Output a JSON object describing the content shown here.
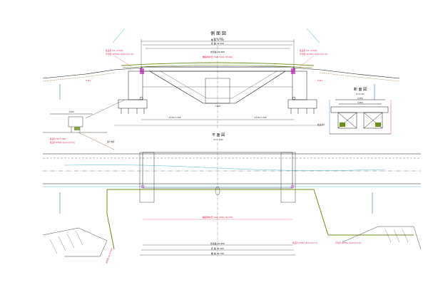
{
  "drawing": {
    "elevation": {
      "title": "側 面 図",
      "scale": "S=1:100",
      "dims": {
        "total_length": "橋 長 32.700",
        "girder_length": "桁 長 32.500",
        "span_length": "支間長 29.800",
        "drain_label": "橋梁排水管 SGP-300A 32.000",
        "span_left": "4.150×1.300",
        "span_right": "4.150×1.300",
        "center_gap": "1.500"
      },
      "notes": {
        "left_pipe": "既設管 (W＝0.300)",
        "left_pipe2": "汗水管 (ZTK50 (4.6m 6×t 6))",
        "right_pipe": "既設管 (W＝0.300)",
        "right_pipe2": "汗水管 (ZTK50 (4.6m 6×t 6))",
        "elev_left": "H.W.L.",
        "elev_right": "H.W.L."
      }
    },
    "section": {
      "title": "断 面 図",
      "scale": "S=1:50",
      "width_total": "6.200",
      "width_inner": "5.500",
      "note": "既設護岸"
    },
    "detail": {
      "note_top": "1.500",
      "label_a": "既設管 (W=0.300)",
      "label_b": "既設管 ZTK50 (4.6m 6×t 6)",
      "label_c": "盛土勾配"
    },
    "plan": {
      "title": "平 面 図",
      "scale": "S=1:100",
      "drain_label": "橋梁排水管 SGP-300A 32.000",
      "dims": {
        "span_length": "支間長 29.800",
        "girder_length": "桁 長 32.500",
        "total_length": "橋 長 32.700"
      },
      "notes": {
        "bottom_left": "既設管 (W=0.300)",
        "bottom_right": "既設管 ZTK50 (4.6m 6×t 6)",
        "bottom_right2": "汗水管 (ZTK50 (4.6m 6×t 6))"
      }
    }
  },
  "colors": {
    "linework": "#1a1a1a",
    "dimension": "#444444",
    "pipe_green": "#6b8e23",
    "annotation_red": "#e0204a",
    "annotation_magenta": "#c020c0",
    "water_cyan": "#2aa8c8",
    "ground_brown": "#8b5a2b",
    "water_blue": "#3b6fd0"
  }
}
